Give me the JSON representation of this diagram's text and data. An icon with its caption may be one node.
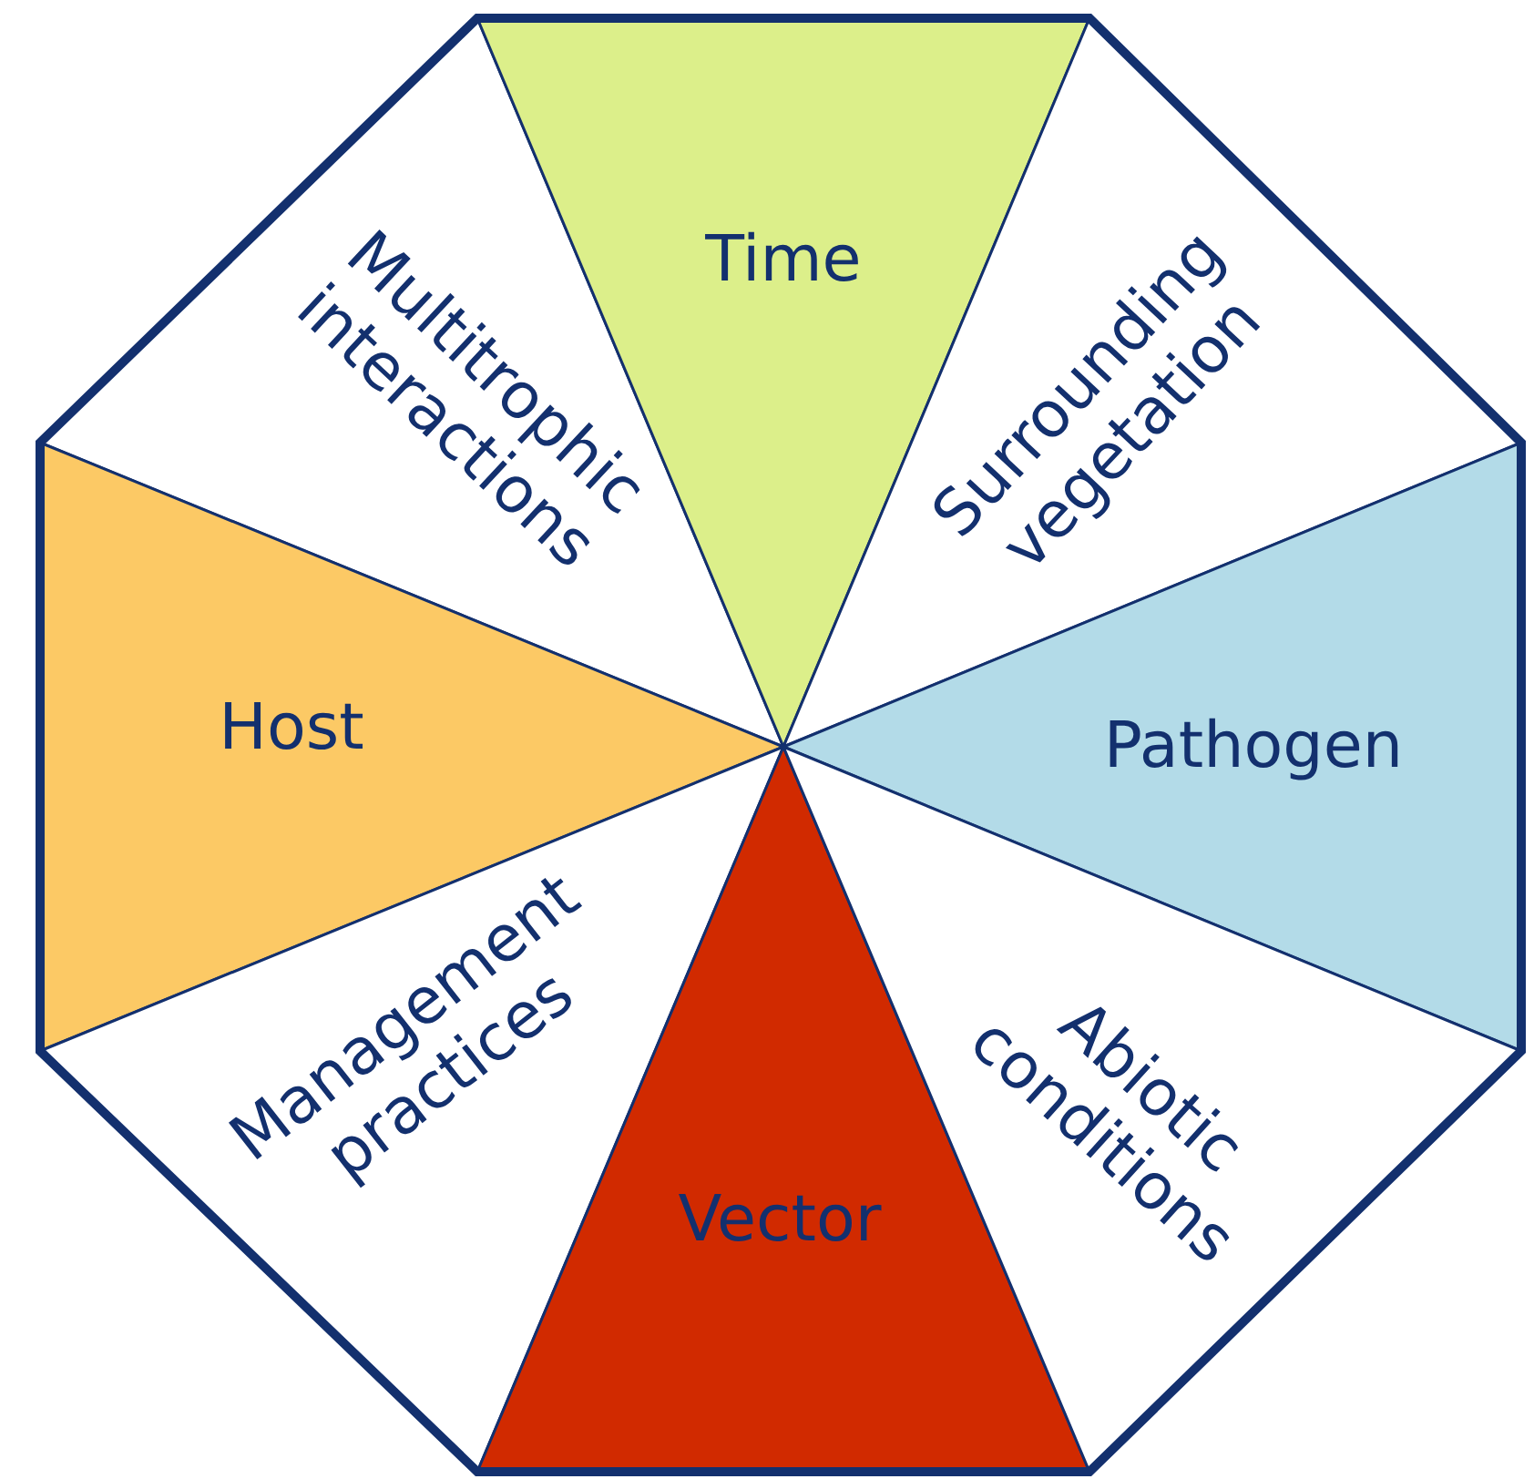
{
  "diagram": {
    "nodes": [
      {
        "text": [
          "Multitrophic interactions"
        ]
      },
      {
        "text": [
          "Time"
        ]
      },
      {
        "text": [
          "Surrounding vegetation"
        ]
      },
      {
        "text": [
          "Host"
        ]
      },
      {
        "text": [
          "Pathogen"
        ]
      },
      {
        "text": [
          "Management practices"
        ]
      },
      {
        "text": [
          "Vector"
        ]
      },
      {
        "text": [
          "Abiotic conditions"
        ]
      }
    ]
  }
}
